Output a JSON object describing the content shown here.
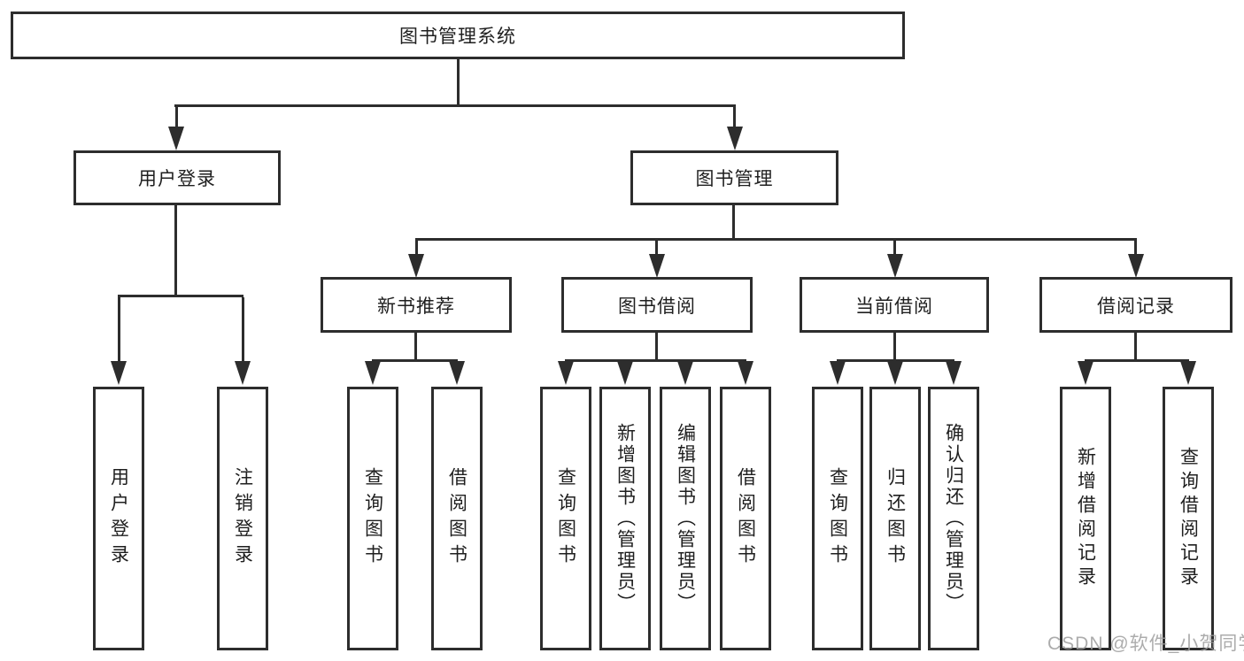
{
  "tree": {
    "root": {
      "label": "图书管理系统"
    },
    "branches": [
      {
        "label": "用户登录",
        "children": [
          {
            "label": "用户登录"
          },
          {
            "label": "注销登录"
          }
        ]
      },
      {
        "label": "图书管理",
        "children": [
          {
            "label": "新书推荐",
            "children": [
              {
                "label": "查询图书"
              },
              {
                "label": "借阅图书"
              }
            ]
          },
          {
            "label": "图书借阅",
            "children": [
              {
                "label": "查询图书"
              },
              {
                "label": "新增图书（管理员）"
              },
              {
                "label": "编辑图书（管理员）"
              },
              {
                "label": "借阅图书"
              }
            ]
          },
          {
            "label": "当前借阅",
            "children": [
              {
                "label": "查询图书"
              },
              {
                "label": "归还图书"
              },
              {
                "label": "确认归还（管理员）"
              }
            ]
          },
          {
            "label": "借阅记录",
            "children": [
              {
                "label": "新增借阅记录"
              },
              {
                "label": "查询借阅记录"
              }
            ]
          }
        ]
      }
    ]
  },
  "style": {
    "line_color": "#2d2d2d",
    "text_color": "#1f1f1f",
    "background": "#ffffff",
    "watermark_color": "#9e9e9e"
  },
  "watermark": {
    "text": "CSDN @软件_小贺同学"
  }
}
